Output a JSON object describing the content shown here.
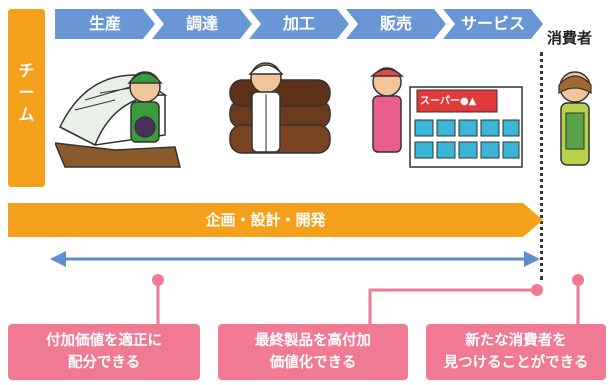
{
  "team": {
    "label": "チーム"
  },
  "stages": [
    {
      "label": "生産"
    },
    {
      "label": "調達"
    },
    {
      "label": "加工"
    },
    {
      "label": "販売"
    },
    {
      "label": "サービス"
    }
  ],
  "consumer": {
    "label": "消費者"
  },
  "store_sign": {
    "label": "スーパー●▲"
  },
  "planning": {
    "label": "企画・設計・開発"
  },
  "benefits": [
    {
      "label": "付加価値を適正に\n配分できる"
    },
    {
      "label": "最終製品を高付加\n価値化できる"
    },
    {
      "label": "新たな消費者を\n見つけることができる"
    }
  ],
  "colors": {
    "orange": "#f5a01a",
    "stage_blue": "#6b96d6",
    "arrow_blue": "#5b8fd0",
    "pink": "#f07a94"
  }
}
